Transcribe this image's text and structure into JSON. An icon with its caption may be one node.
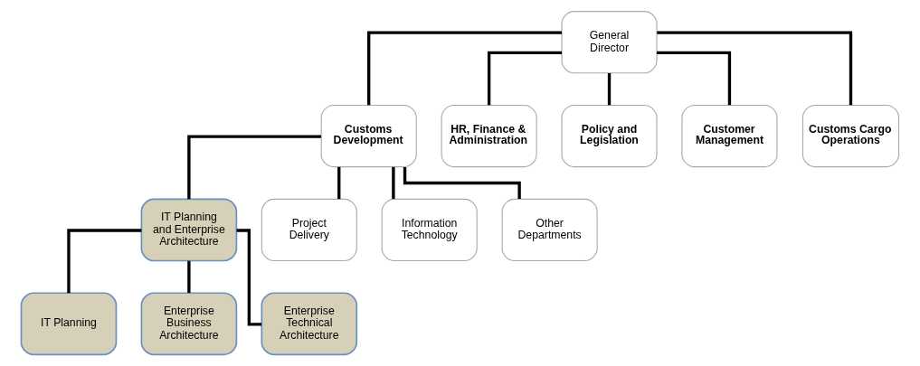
{
  "diagram": {
    "nodes": [
      {
        "text": [
          "General Director"
        ]
      },
      {
        "text": [
          "Customs Development"
        ]
      },
      {
        "text": [
          "HR, Finance & Administration"
        ]
      },
      {
        "text": [
          "Policy and Legislation"
        ]
      },
      {
        "text": [
          "Customer Management"
        ]
      },
      {
        "text": [
          "Customs Cargo Operations"
        ]
      },
      {
        "text": [
          "IT Planning and Enterprise Architecture"
        ]
      },
      {
        "text": [
          "Project Delivery"
        ]
      },
      {
        "text": [
          "Information Technology"
        ]
      },
      {
        "text": [
          "Other Departments"
        ]
      },
      {
        "text": [
          "IT Planning"
        ]
      },
      {
        "text": [
          "Enterprise Business Architecture"
        ]
      },
      {
        "text": [
          "Enterprise Technical Architecture"
        ]
      }
    ],
    "edges": [
      {
        "from": 0,
        "to": 1,
        "arrow": "none"
      },
      {
        "from": 0,
        "to": 2,
        "arrow": "none"
      },
      {
        "from": 0,
        "to": 3,
        "arrow": "none"
      },
      {
        "from": 0,
        "to": 4,
        "arrow": "none"
      },
      {
        "from": 0,
        "to": 5,
        "arrow": "none"
      },
      {
        "from": 1,
        "to": 6,
        "arrow": "none"
      },
      {
        "from": 1,
        "to": 7,
        "arrow": "none"
      },
      {
        "from": 1,
        "to": 8,
        "arrow": "none"
      },
      {
        "from": 1,
        "to": 9,
        "arrow": "none"
      },
      {
        "from": 6,
        "to": 10,
        "arrow": "none"
      },
      {
        "from": 6,
        "to": 11,
        "arrow": "none"
      },
      {
        "from": 6,
        "to": 12,
        "arrow": "none"
      }
    ]
  }
}
